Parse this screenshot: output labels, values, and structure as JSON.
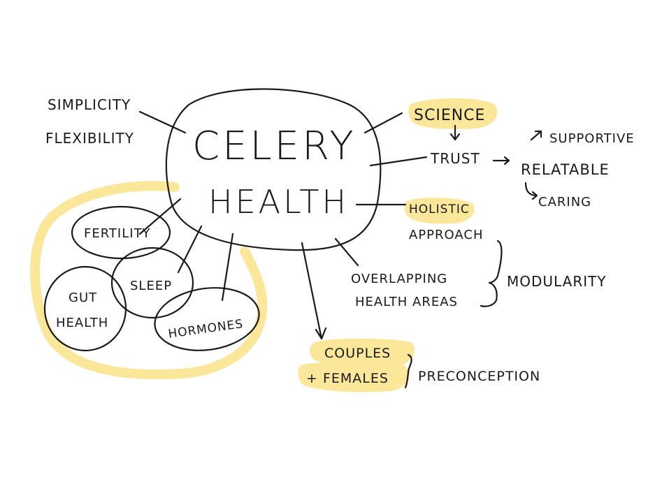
{
  "colors": {
    "central_fill": "#fbd5bd",
    "highlight": "#fbe79a",
    "ink": "#1a1a1a",
    "background": "#ffffff"
  },
  "center": {
    "line1": "CELERY",
    "line2": "HEALTH"
  },
  "left": {
    "simplicity": "SIMPLICITY",
    "flexibility": "FLEXIBILITY"
  },
  "cluster": {
    "fertility": "FERTILITY",
    "sleep": "SLEEP",
    "gut_line1": "GUT",
    "gut_line2": "HEALTH",
    "hormones": "HORMONES"
  },
  "right": {
    "science": "SCIENCE",
    "trust": "TRUST",
    "supportive": "SUPPORTIVE",
    "relatable": "RELATABLE",
    "caring": "CARING",
    "holistic": "HOLISTIC",
    "approach": "APPROACH",
    "overlapping": "OVERLAPPING",
    "health_areas": "HEALTH AREAS",
    "modularity": "MODULARITY"
  },
  "bottom": {
    "couples": "COUPLES",
    "females": "+ FEMALES",
    "preconception": "PRECONCEPTION"
  },
  "arrows": {
    "right": "→",
    "up_right": "↗",
    "down": "↓",
    "curve": "↳"
  }
}
